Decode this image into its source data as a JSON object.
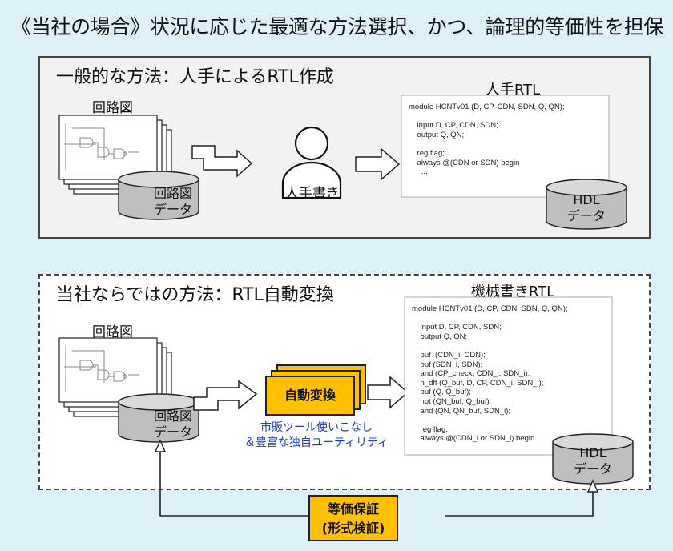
{
  "title": "《当社の場合》状況に応じた最適な方法選択、かつ、論理的等価性を担保",
  "section1": {
    "label": "一般的な方法：人手によるRTL作成",
    "schematic_label": "回路図",
    "schematic_db_line1": "回路図",
    "schematic_db_line2": "データ",
    "person_label": "人手書き",
    "code_title": "人手RTL",
    "code_text": "module HCNTv01 (D, CP, CDN, SDN, Q, QN);\n\n    input D, CP, CDN, SDN;\n    output Q, QN;\n\n    reg flag;\n    always @(CDN or SDN) begin\n      ...",
    "hdl_db_line1": "HDL",
    "hdl_db_line2": "データ"
  },
  "section2": {
    "label": "当社ならではの方法：RTL自動変換",
    "schematic_label": "回路図",
    "schematic_db_line1": "回路図",
    "schematic_db_line2": "データ",
    "convert_label": "自動変換",
    "note_line1": "市販ツール使いこなし",
    "note_line2": "＆豊富な独自ユーティリティ",
    "code_title": "機械書きRTL",
    "code_text": "module HCNTv01 (D, CP, CDN, SDN, Q, QN);\n\n    input D, CP, CDN, SDN;\n    output Q, QN;\n\n    buf  (CDN_i, CDN);\n    buf (SDN_i, SDN);\n    and (CP_check, CDN_i, SDN_i);\n    h_dff (Q_buf, D, CP, CDN_i, SDN_i);\n    buf (Q, Q_buf);\n    not (QN_buf, Q_buf);\n    and (QN, QN_buf, SDN_i);\n\n    reg flag;\n    always @(CDN_i or SDN_i) begin\n      ...",
    "hdl_db_line1": "HDL",
    "hdl_db_line2": "データ"
  },
  "equivalence": {
    "line1": "等価保証",
    "line2": "(形式検証)"
  },
  "colors": {
    "background": "#dfeff7",
    "box1_fill": "#f2f2f2",
    "accent_yellow": "#ffc000",
    "note_blue": "#1a3ec8",
    "database_gray": "#bfbfbf"
  }
}
